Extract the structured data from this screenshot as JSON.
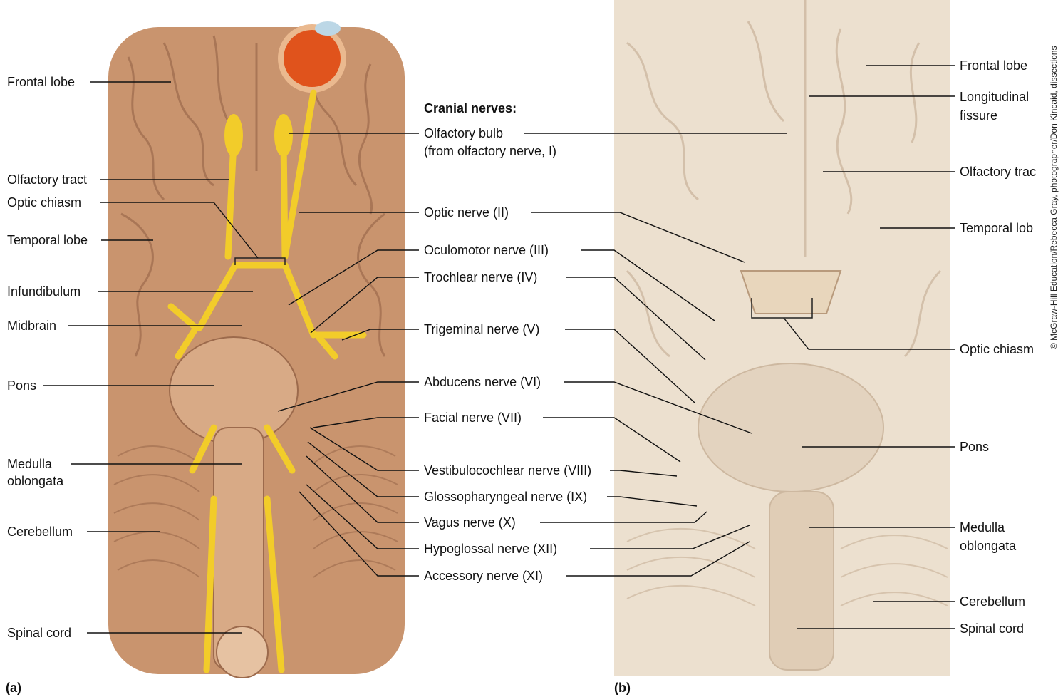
{
  "heading": "Cranial nerves:",
  "panel_a": {
    "letter": "(a)",
    "labels": {
      "frontal_lobe": "Frontal lobe",
      "olfactory_tract": "Olfactory tract",
      "optic_chiasm": "Optic chiasm",
      "temporal_lobe": "Temporal lobe",
      "infundibulum": "Infundibulum",
      "midbrain": "Midbrain",
      "pons": "Pons",
      "medulla_1": "Medulla",
      "medulla_2": "oblongata",
      "cerebellum": "Cerebellum",
      "spinal_cord": "Spinal cord"
    }
  },
  "nerves": {
    "olfactory_1": "Olfactory bulb",
    "olfactory_2": "(from olfactory nerve, I)",
    "optic": "Optic nerve (II)",
    "oculomotor": "Oculomotor nerve (III)",
    "trochlear": "Trochlear nerve (IV)",
    "trigeminal": "Trigeminal nerve (V)",
    "abducens": "Abducens nerve (VI)",
    "facial": "Facial nerve (VII)",
    "vestibulocochlear": "Vestibulocochlear nerve (VIII)",
    "glossopharyngeal": "Glossopharyngeal nerve (IX)",
    "vagus": "Vagus nerve (X)",
    "hypoglossal": "Hypoglossal nerve (XII)",
    "accessory": "Accessory nerve (XI)"
  },
  "panel_b": {
    "letter": "(b)",
    "labels": {
      "frontal_lobe": "Frontal lobe",
      "longitudinal_1": "Longitudinal",
      "longitudinal_2": "fissure",
      "olfactory_tract": "Olfactory trac",
      "temporal_lobe": "Temporal lob",
      "optic_chiasm": "Optic chiasm",
      "pons": "Pons",
      "medulla_1": "Medulla",
      "medulla_2": "oblongata",
      "cerebellum": "Cerebellum",
      "spinal_cord": "Spinal cord"
    }
  },
  "credit": "© McGraw-Hill Education/Rebecca Gray, photographer/Don Kincaid, dissections",
  "colors": {
    "brain": "#c9946e",
    "brain_dark": "#9c6a4c",
    "nerve": "#f2cc2a",
    "eye": "#e0531c",
    "photo": "#ece0cf",
    "photo_dark": "#cdb8a0"
  }
}
